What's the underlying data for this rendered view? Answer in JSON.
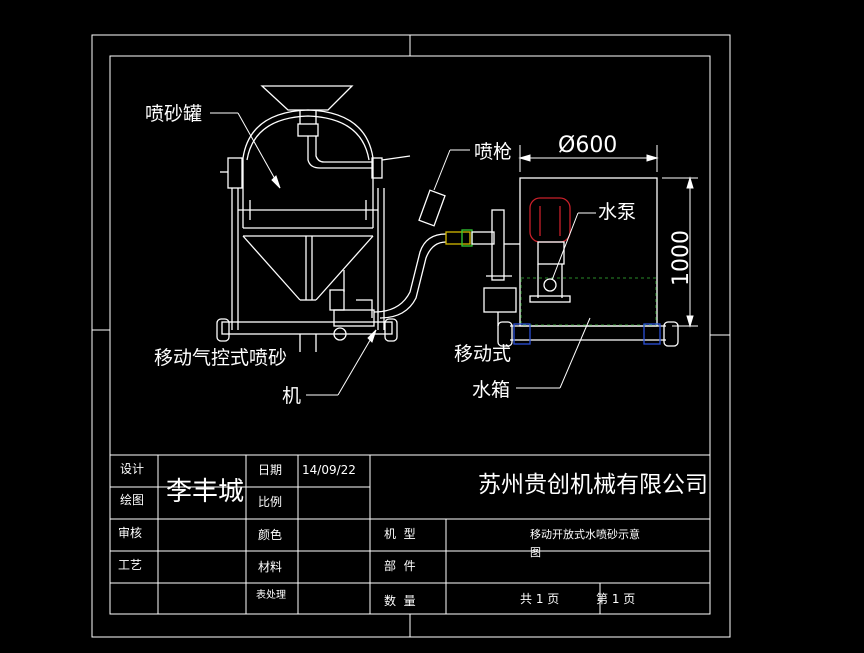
{
  "drawing": {
    "labels": {
      "tank": "喷砂罐",
      "gun": "喷枪",
      "pump": "水泵",
      "dia": "Ø600",
      "height": "1000",
      "machine_line1": "移动气控式喷砂",
      "machine_line2": "机",
      "water_line1": "移动式",
      "water_line2": "水箱"
    },
    "colors": {
      "line": "#ffffff",
      "pump": "#c8202a",
      "water": "#2a8a2a",
      "wheel": "#2a4fd8",
      "valve": "#d4b800",
      "nozzle": "#33cc33"
    }
  },
  "title_block": {
    "design_label": "设计",
    "draw_label": "绘图",
    "review_label": "审核",
    "process_label": "工艺",
    "date_label": "日期",
    "date_value": "14/09/22",
    "scale_label": "比例",
    "color_label": "颜色",
    "material_label": "材料",
    "surface_label": "表处理",
    "designer": "李丰城",
    "company": "苏州贵创机械有限公司",
    "model_label": "机  型",
    "part_label": "部  件",
    "qty_label": "数  量",
    "drawing_name_line1": "移动开放式水喷砂示意",
    "drawing_name_line2": "图",
    "pages_total": "共 1 页",
    "page_no": "第 1 页"
  }
}
